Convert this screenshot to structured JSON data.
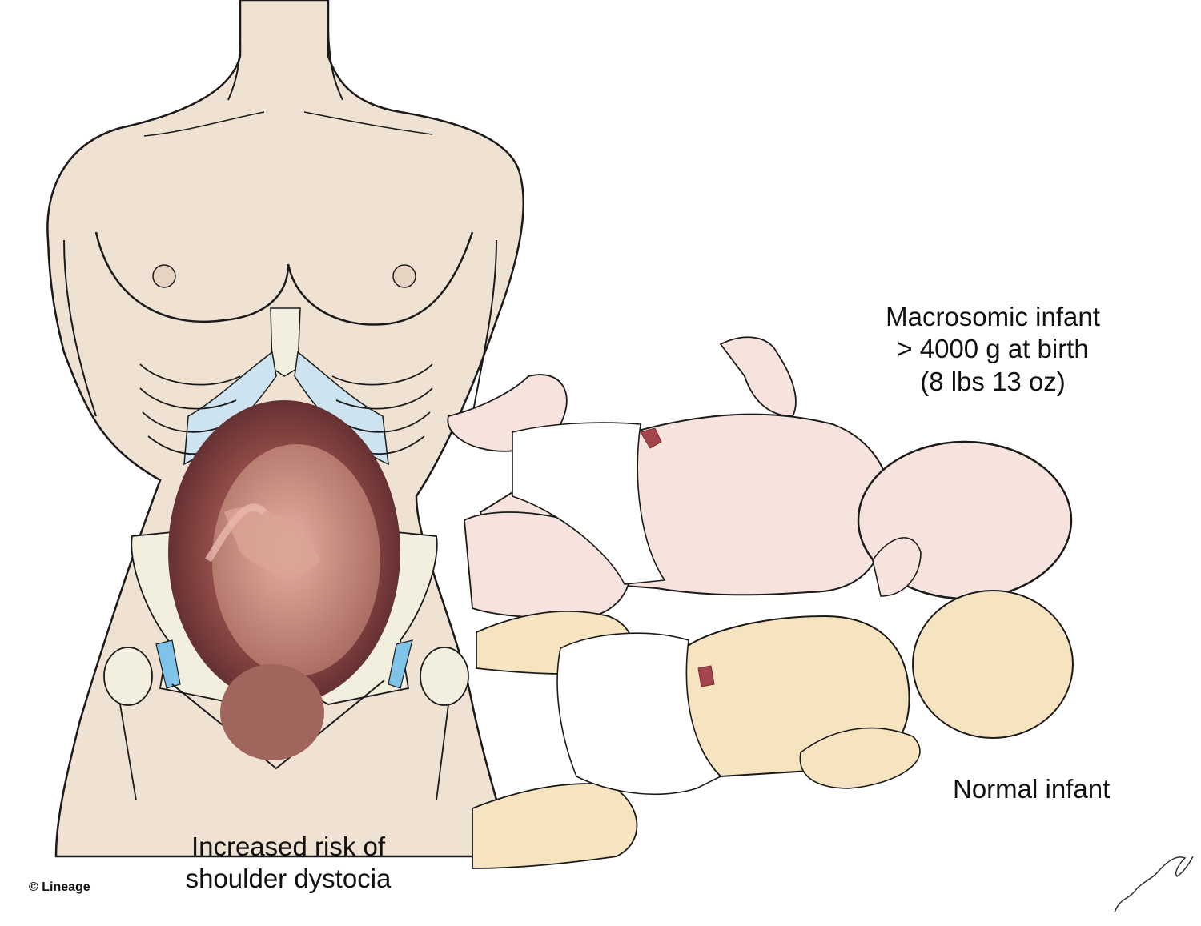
{
  "figure": {
    "subject": "Fetal macrosomia and shoulder dystocia",
    "colors": {
      "maternal_skin": "#efe2d2",
      "skin_shadow": "#d9c8b4",
      "bone": "#f3efdf",
      "costal_cartilage": "#cde3ef",
      "pubic_cartilage": "#7fc4e8",
      "uterus_interior": "#7a3b3b",
      "fetus": "#c98c80",
      "macrosomic_infant_skin": "#f6e3dd",
      "normal_infant_skin": "#f6e3c0",
      "diaper": "#ffffff",
      "umbilical_stump": "#a4454d",
      "outline": "#1a1a1a"
    }
  },
  "labels": {
    "macrosomic": {
      "line1": "Macrosomic infant",
      "line2": "> 4000 g at birth",
      "line3": "(8 lbs 13 oz)"
    },
    "normal": "Normal infant",
    "risk": {
      "line1": "Increased risk of",
      "line2": "shoulder dystocia"
    },
    "copyright": "© Lineage"
  }
}
